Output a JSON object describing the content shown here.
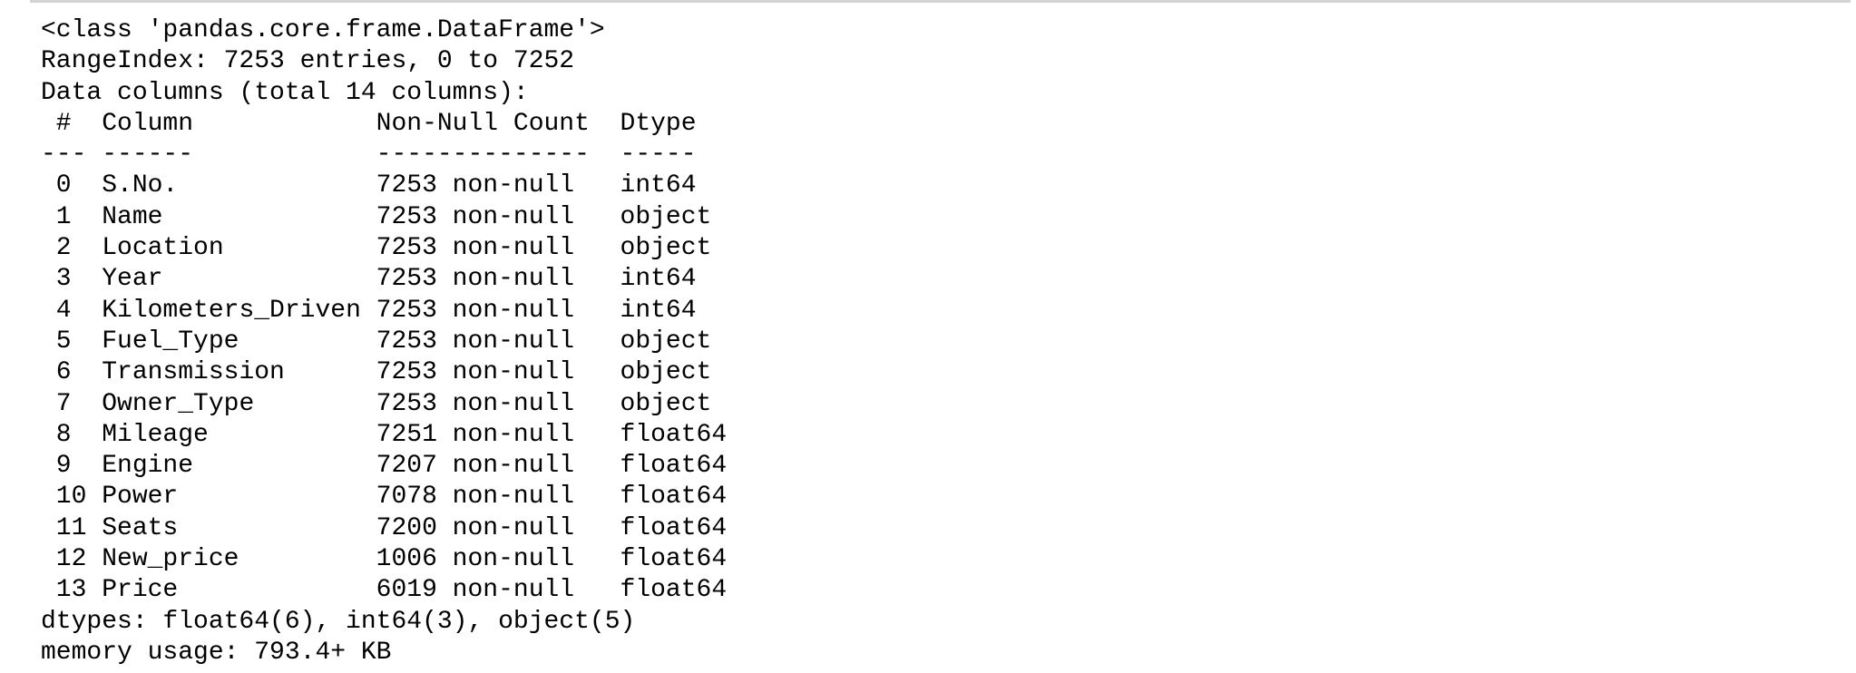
{
  "output": {
    "class_line": "<class 'pandas.core.frame.DataFrame'>",
    "range_index_line": "RangeIndex: 7253 entries, 0 to 7252",
    "data_columns_line": "Data columns (total 14 columns):",
    "header": {
      "index": " # ",
      "column": "Column",
      "non_null_count": "Non-Null Count",
      "dtype": "Dtype"
    },
    "separator": {
      "index": "---",
      "column": "------",
      "non_null_count": "--------------",
      "dtype": "-----"
    },
    "rows": [
      {
        "index": "0",
        "column": "S.No.",
        "count": "7253 non-null",
        "dtype": "int64"
      },
      {
        "index": "1",
        "column": "Name",
        "count": "7253 non-null",
        "dtype": "object"
      },
      {
        "index": "2",
        "column": "Location",
        "count": "7253 non-null",
        "dtype": "object"
      },
      {
        "index": "3",
        "column": "Year",
        "count": "7253 non-null",
        "dtype": "int64"
      },
      {
        "index": "4",
        "column": "Kilometers_Driven",
        "count": "7253 non-null",
        "dtype": "int64"
      },
      {
        "index": "5",
        "column": "Fuel_Type",
        "count": "7253 non-null",
        "dtype": "object"
      },
      {
        "index": "6",
        "column": "Transmission",
        "count": "7253 non-null",
        "dtype": "object"
      },
      {
        "index": "7",
        "column": "Owner_Type",
        "count": "7253 non-null",
        "dtype": "object"
      },
      {
        "index": "8",
        "column": "Mileage",
        "count": "7251 non-null",
        "dtype": "float64"
      },
      {
        "index": "9",
        "column": "Engine",
        "count": "7207 non-null",
        "dtype": "float64"
      },
      {
        "index": "10",
        "column": "Power",
        "count": "7078 non-null",
        "dtype": "float64"
      },
      {
        "index": "11",
        "column": "Seats",
        "count": "7200 non-null",
        "dtype": "float64"
      },
      {
        "index": "12",
        "column": "New_price",
        "count": "1006 non-null",
        "dtype": "float64"
      },
      {
        "index": "13",
        "column": "Price",
        "count": "6019 non-null",
        "dtype": "float64"
      }
    ],
    "dtypes_line": "dtypes: float64(6), int64(3), object(5)",
    "memory_line": "memory usage: 793.4+ KB"
  },
  "colors": {
    "text": "#000000",
    "background": "#ffffff",
    "top_rule": "#d3d3d3"
  }
}
